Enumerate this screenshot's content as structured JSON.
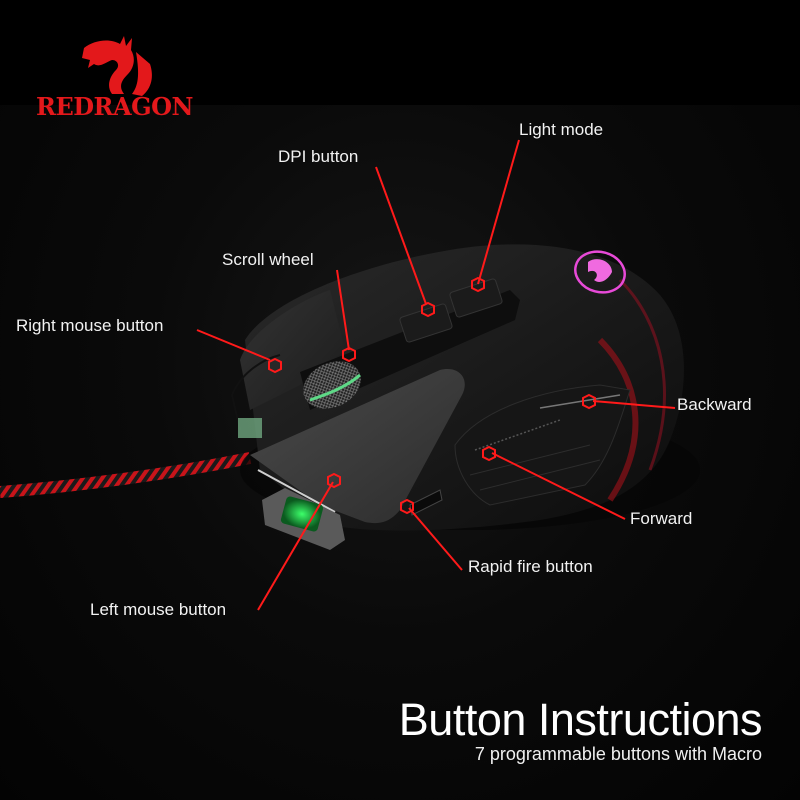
{
  "brand": {
    "name": "REDRAGON",
    "color": "#e3181b"
  },
  "callouts": [
    {
      "id": "light-mode",
      "label": "Light mode"
    },
    {
      "id": "dpi-button",
      "label": "DPI button"
    },
    {
      "id": "scroll-wheel",
      "label": "Scroll wheel"
    },
    {
      "id": "right-mouse-button",
      "label": "Right mouse button"
    },
    {
      "id": "backward",
      "label": "Backward"
    },
    {
      "id": "forward",
      "label": "Forward"
    },
    {
      "id": "rapid-fire-button",
      "label": "Rapid fire button"
    },
    {
      "id": "left-mouse-button",
      "label": "Left mouse button"
    }
  ],
  "footer": {
    "title": "Button Instructions",
    "subtitle": "7 programmable buttons with Macro"
  },
  "colors": {
    "callout_line": "#ff1a1a",
    "mouse_logo_glow": "#e84ad8",
    "accent_green": "#2fd35a"
  }
}
